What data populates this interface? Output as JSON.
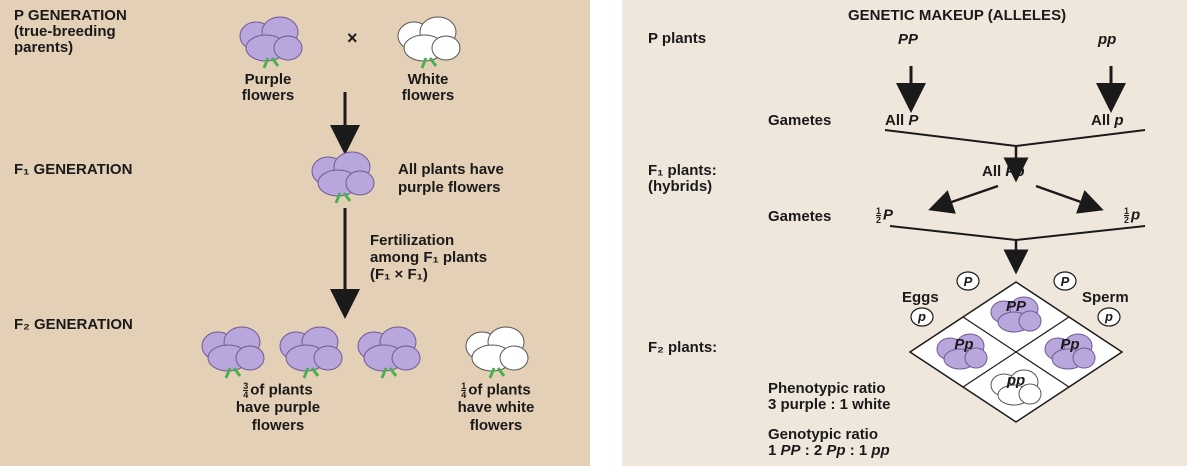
{
  "left": {
    "p_generation_title": "P GENERATION",
    "p_generation_sub1": "(true-breeding",
    "p_generation_sub2": "parents)",
    "cross_symbol": "×",
    "purple_label_1": "Purple",
    "purple_label_2": "flowers",
    "white_label_1": "White",
    "white_label_2": "flowers",
    "f1_generation": "F₁ GENERATION",
    "f1_note_1": "All plants have",
    "f1_note_2": "purple flowers",
    "fert_1": "Fertilization",
    "fert_2": "among F₁ plants",
    "fert_3": "(F₁ × F₁)",
    "f2_generation": "F₂ GENERATION",
    "three_q_num": "3",
    "three_q_den": "4",
    "three_q_text_1": "of plants",
    "three_q_text_2": "have purple",
    "three_q_text_3": "flowers",
    "one_q_num": "1",
    "one_q_den": "4",
    "one_q_text_1": "of plants",
    "one_q_text_2": "have white",
    "one_q_text_3": "flowers"
  },
  "right": {
    "p_plants": "P plants",
    "genetic_makeup": "GENETIC MAKEUP (ALLELES)",
    "pp_dom": "PP",
    "pp_rec": "pp",
    "gametes_label_1": "Gametes",
    "all_p_dom_prefix": "All ",
    "all_p_dom_allele": "P",
    "all_p_rec_prefix": "All ",
    "all_p_rec_allele": "p",
    "f1_plants_1": "F₁ plants:",
    "f1_plants_2": "(hybrids)",
    "all_pp_prefix": "All ",
    "all_pp_allele": "Pp",
    "gametes_label_2": "Gametes",
    "half_num": "1",
    "half_den": "2",
    "half_p_dom": "P",
    "half_p_rec": "p",
    "eggs": "Eggs",
    "sperm": "Sperm",
    "allele_P": "P",
    "allele_p": "p",
    "f2_plants": "F₂ plants:",
    "cell_top": "PP",
    "cell_left": "Pp",
    "cell_right": "Pp",
    "cell_bottom": "pp",
    "phenotypic_1": "Phenotypic ratio",
    "phenotypic_2": "3 purple : 1 white",
    "genotypic_1": "Genotypic ratio",
    "genotypic_2_a": "1 ",
    "genotypic_2_PP": "PP",
    "genotypic_2_b": " : 2 ",
    "genotypic_2_Pp": "Pp",
    "genotypic_2_c": " : 1 ",
    "genotypic_2_pp": "pp"
  },
  "colors": {
    "left_bg": "#e4d0b7",
    "right_bg": "#efe6dc",
    "purple_flower": "#b8a6dc",
    "white_flower": "#ffffff",
    "stem": "#4caf50"
  }
}
